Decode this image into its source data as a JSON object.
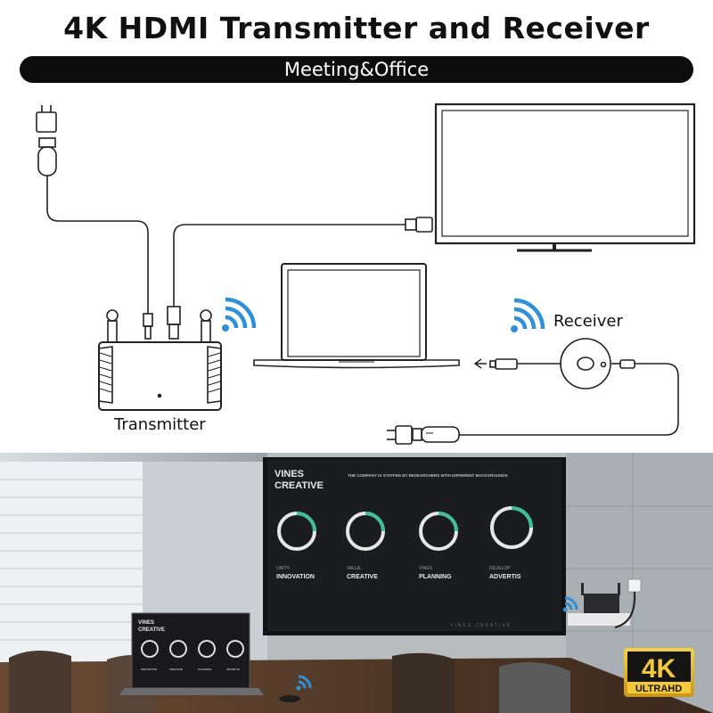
{
  "header": {
    "title": "4K HDMI Transmitter and Receiver",
    "subtitle": "Meeting&Office"
  },
  "diagram": {
    "transmitter_label": "Transmitter",
    "receiver_label": "Receiver"
  },
  "photo": {
    "tv": {
      "brand_line1": "VINES",
      "brand_line2": "CREATIVE",
      "headline": "THE COMPANY IS STAFFED BY RESEARCHERS WITH DIFFERENT BACKGROUNDS",
      "features": [
        {
          "small": "UNITY",
          "big": "INNOVATION"
        },
        {
          "small": "VALUE",
          "big": "CREATIVE"
        },
        {
          "small": "VINES",
          "big": "PLANNING"
        },
        {
          "small": "DEVELOP",
          "big": "ADVERTIS"
        }
      ],
      "footer": "VINES CREATIVE"
    },
    "laptop": {
      "brand_line1": "VINES",
      "brand_line2": "CREATIVE",
      "features": [
        "INNOVATION",
        "CREATIVE",
        "PLANNING",
        "ADVERTIS"
      ]
    },
    "badge": {
      "big": "4K",
      "small": "ULTRAHD"
    }
  },
  "colors": {
    "wifi_blue": "#2f8fd8",
    "ring_green": "#3fbf95",
    "badge_gold": "#e9b820"
  }
}
